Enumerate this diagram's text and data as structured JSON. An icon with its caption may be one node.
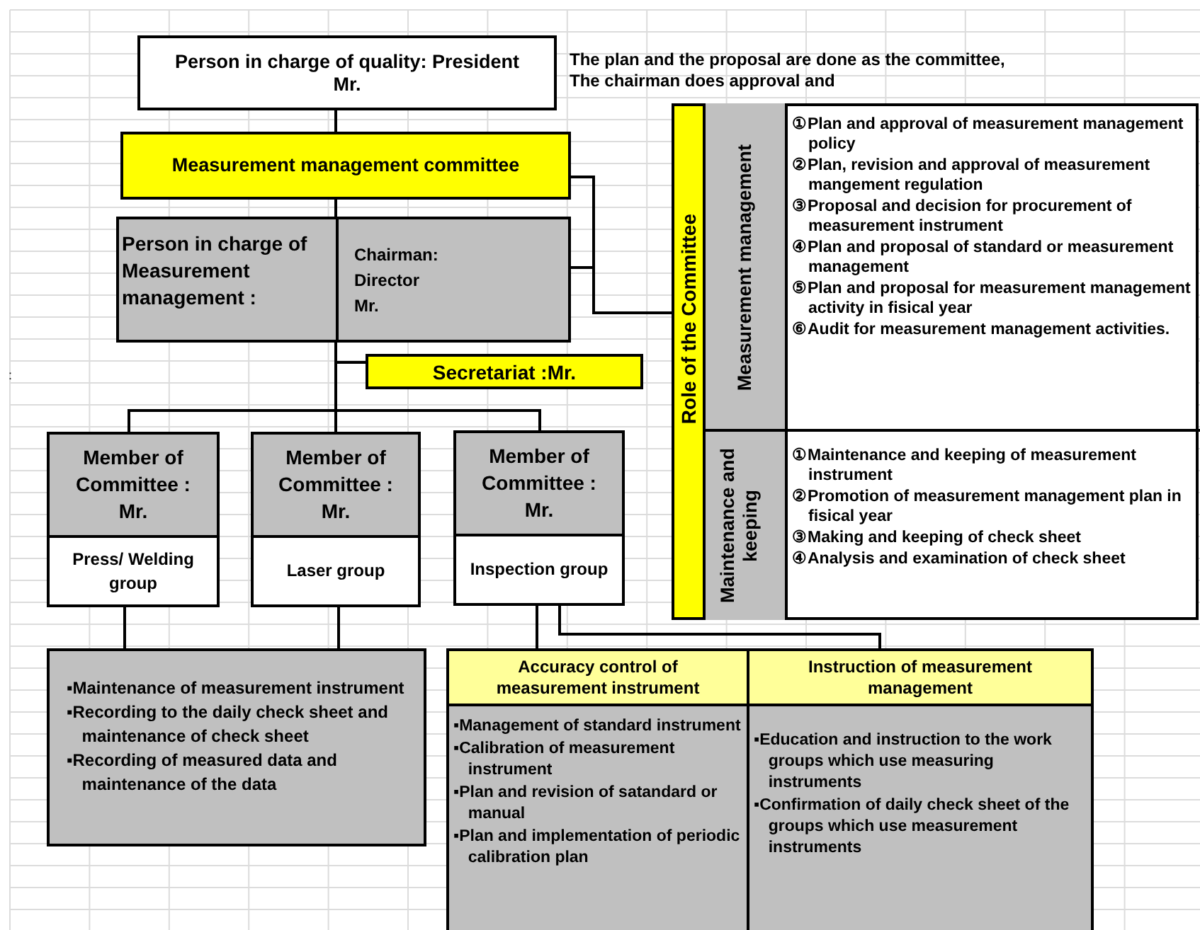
{
  "diagram": {
    "nodes": [
      {
        "text": [
          "Person in charge of quality: President Mr."
        ]
      },
      {
        "text": [
          "Measurement management committee"
        ]
      },
      {
        "text": [
          "Person in charge of Measurement management :",
          "Chairman: Director Mr."
        ]
      },
      {
        "text": [
          "Secretariat :Mr."
        ]
      },
      {
        "text": [
          "Role of the Committee"
        ]
      },
      {
        "text": [
          "Measurement management",
          "①Plan and approval of measurement management policy",
          "②Plan, revision and approval of measurement mangement regulation",
          "③Proposal and decision for procurement of measurement instrument",
          "④Plan and proposal of standard or measurement management",
          "⑤Plan and proposal for measurement management activity in fisical year",
          "⑥Audit for measurement management activities."
        ],
        "in": 4
      },
      {
        "text": [
          "Maintenance and keeping",
          "①Maintenance and keeping of measurement instrument",
          "②Promotion of measurement management plan in fisical year",
          "③Making and keeping of check sheet",
          "④Analysis and examination of check sheet"
        ],
        "in": 4
      },
      {
        "text": [
          "Member of Committee : Mr.",
          "Press/ Welding group"
        ]
      },
      {
        "text": [
          "Member of Committee : Mr.",
          "Laser group"
        ]
      },
      {
        "text": [
          "Member of Committee : Mr.",
          "Inspection group"
        ]
      },
      {
        "text": [
          "▪Maintenance of measurement instrument",
          "▪Recording to the daily check sheet and maintenance of check sheet",
          "▪Recording of measured data and maintenance of the data"
        ]
      },
      {
        "text": [
          "Accuracy control of measurement instrument",
          "▪Management of standard instrument",
          "▪Calibration of measurement instrument",
          "▪Plan and revision of satandard or manual",
          "▪Plan and implementation of periodic calibration plan"
        ]
      },
      {
        "text": [
          "Instruction of measurement management",
          "▪Education and instruction to the work groups which use measuring instruments",
          "▪Confirmation of daily check sheet of the groups which use measurement instruments"
        ]
      }
    ],
    "edges": [
      {
        "from": 0,
        "to": 1,
        "arrow": "none"
      },
      {
        "from": 1,
        "to": 2,
        "arrow": "none"
      },
      {
        "from": 2,
        "to": 3,
        "arrow": "none"
      },
      {
        "from": 2,
        "to": 7,
        "arrow": "none"
      },
      {
        "from": 2,
        "to": 8,
        "arrow": "none"
      },
      {
        "from": 2,
        "to": 9,
        "arrow": "none"
      },
      {
        "from": 1,
        "to": 4,
        "arrow": "none"
      },
      {
        "from": 2,
        "to": 4,
        "arrow": "none"
      },
      {
        "from": 7,
        "to": 10,
        "arrow": "none"
      },
      {
        "from": 8,
        "to": 10,
        "arrow": "none"
      },
      {
        "from": 9,
        "to": 11,
        "arrow": "none"
      },
      {
        "from": 9,
        "to": 12,
        "arrow": "none"
      }
    ],
    "labels": [
      "The plan and the proposal are done as the committee, The chairman does approval and",
      ":"
    ]
  }
}
